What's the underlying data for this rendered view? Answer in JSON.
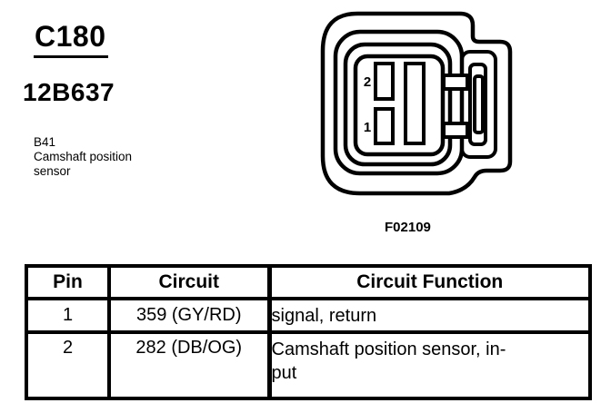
{
  "document": {
    "connector_id": "C180",
    "part_number": "12B637",
    "component_id": "B41",
    "component_name": "Camshaft position\nsensor",
    "figure_code": "F02109"
  },
  "connector": {
    "pin_top_label": "2",
    "pin_bottom_label": "1"
  },
  "table": {
    "headers": [
      "Pin",
      "Circuit",
      "Circuit Function"
    ],
    "rows": [
      {
        "pin": "1",
        "circuit": "359 (GY/RD)",
        "function": "signal, return"
      },
      {
        "pin": "2",
        "circuit": "282 (DB/OG)",
        "function": "Camshaft position sensor, in-\nput"
      }
    ]
  }
}
